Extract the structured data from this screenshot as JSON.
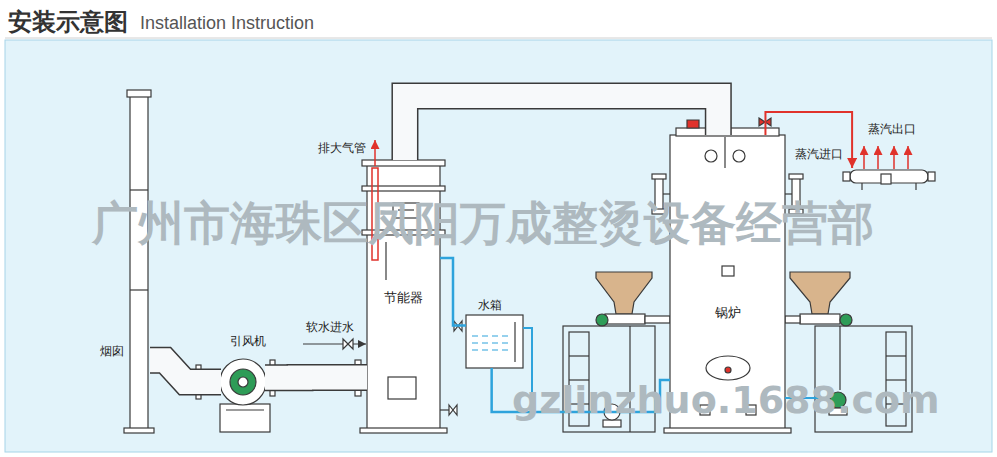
{
  "diagram": {
    "title": "安装示意图",
    "nodes": [
      {
        "text": [
          "烟囱"
        ]
      },
      {
        "text": [
          "引风机"
        ]
      },
      {
        "text": [
          "节能器"
        ]
      },
      {
        "text": [
          "水箱"
        ]
      },
      {
        "text": [
          "锅炉"
        ]
      },
      {
        "text": [
          "蒸汽出口"
        ]
      }
    ],
    "edges": [
      {
        "from": 4,
        "to": 2,
        "arrow": "none"
      },
      {
        "from": 2,
        "to": 1,
        "arrow": "none"
      },
      {
        "from": 1,
        "to": 0,
        "arrow": "none"
      },
      {
        "from": 2,
        "to": 3,
        "arrow": "none"
      },
      {
        "from": 3,
        "to": 4,
        "arrow": "none"
      },
      {
        "from": 4,
        "to": 5,
        "arrow": "to"
      }
    ],
    "labels": [
      "Installation Instruction",
      "排大气管",
      "软水进水",
      "蒸汽进口",
      "广州市海珠区凤阳万成整烫设备经营部",
      "gzlinzhuo.1688.com"
    ]
  }
}
